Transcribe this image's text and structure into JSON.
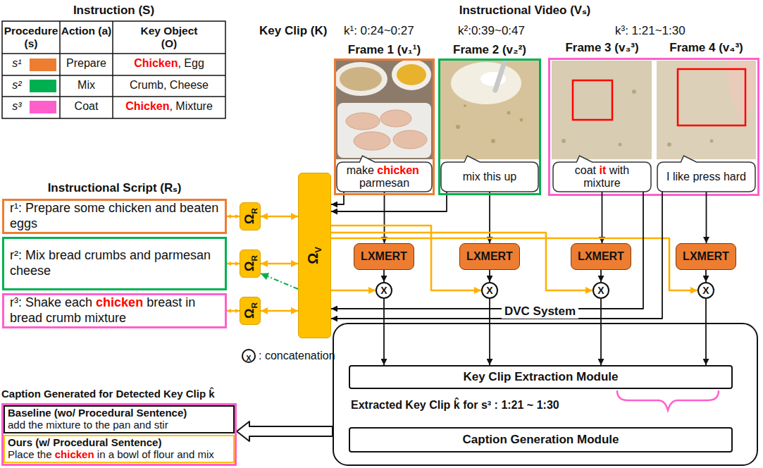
{
  "diagram": {
    "nodes": [
      {
        "text": [
          "Frame 1 (v₁¹)"
        ]
      },
      {
        "text": [
          "make",
          "chicken",
          "parmesan"
        ],
        "in": 0
      },
      {
        "text": [
          "Frame 2 (v₂²)"
        ]
      },
      {
        "text": [
          "mix this up"
        ],
        "in": 2
      },
      {
        "text": [
          "Frame 3 (v₃³)"
        ]
      },
      {
        "text": [
          "coat",
          "it",
          "with mixture"
        ],
        "in": 4
      },
      {
        "text": [
          "Frame 4 (v₄³)"
        ]
      },
      {
        "text": [
          "I like press hard"
        ],
        "in": 6
      },
      {
        "text": [
          "r¹: Prepare some chicken and beaten eggs"
        ]
      },
      {
        "text": [
          "r²: Mix bread crumbs and parmesan cheese"
        ]
      },
      {
        "text": [
          "r³: Shake each",
          "chicken",
          "breast in bread crumb mixture"
        ]
      },
      {
        "text": [
          "Ω",
          "R"
        ]
      },
      {
        "text": [
          "Ω",
          "R"
        ]
      },
      {
        "text": [
          "Ω",
          "R"
        ]
      },
      {
        "text": [
          "Ω",
          "V"
        ]
      },
      {
        "text": [
          "LXMERT"
        ]
      },
      {
        "text": [
          "LXMERT"
        ]
      },
      {
        "text": [
          "LXMERT"
        ]
      },
      {
        "text": [
          "LXMERT"
        ]
      },
      {
        "text": [
          "X"
        ]
      },
      {
        "text": [
          "X"
        ]
      },
      {
        "text": [
          "X"
        ]
      },
      {
        "text": [
          "X"
        ]
      },
      {
        "text": [
          "DVC System"
        ]
      },
      {
        "text": [
          "Key Clip Extraction Module"
        ],
        "in": 23
      },
      {
        "text": [
          "Caption Generation Module"
        ],
        "in": 23
      },
      {
        "text": [
          "Caption Generated for Detected Key Clip k̂"
        ]
      },
      {
        "text": [
          "Baseline (wo/ Procedural Sentence)",
          "add the mixture to the pan and stir"
        ],
        "in": 26
      },
      {
        "text": [
          "Ours (w/ Procedural Sentence)",
          "Place the",
          "chicken",
          "in a bowl of flour and mix"
        ],
        "in": 26
      }
    ],
    "edges": [
      {
        "from": 1,
        "to": 15,
        "arrow": "to"
      },
      {
        "from": 3,
        "to": 16,
        "arrow": "to"
      },
      {
        "from": 5,
        "to": 17,
        "arrow": "to"
      },
      {
        "from": 7,
        "to": 18,
        "arrow": "to"
      },
      {
        "from": 15,
        "to": 19,
        "arrow": "to"
      },
      {
        "from": 16,
        "to": 20,
        "arrow": "to"
      },
      {
        "from": 17,
        "to": 21,
        "arrow": "to"
      },
      {
        "from": 18,
        "to": 22,
        "arrow": "to"
      },
      {
        "from": 19,
        "to": 24,
        "arrow": "to"
      },
      {
        "from": 20,
        "to": 24,
        "arrow": "to"
      },
      {
        "from": 21,
        "to": 24,
        "arrow": "to"
      },
      {
        "from": 22,
        "to": 24,
        "arrow": "to"
      },
      {
        "from": 8,
        "to": 11,
        "arrow": "both"
      },
      {
        "from": 9,
        "to": 12,
        "arrow": "both"
      },
      {
        "from": 10,
        "to": 13,
        "arrow": "both"
      },
      {
        "from": 11,
        "to": 14,
        "arrow": "both"
      },
      {
        "from": 12,
        "to": 14,
        "arrow": "both"
      },
      {
        "from": 13,
        "to": 14,
        "arrow": "both"
      },
      {
        "from": 14,
        "to": 12,
        "arrow": "to"
      },
      {
        "from": 14,
        "to": 19,
        "arrow": "to"
      },
      {
        "from": 14,
        "to": 20,
        "arrow": "to"
      },
      {
        "from": 14,
        "to": 21,
        "arrow": "to"
      },
      {
        "from": 14,
        "to": 22,
        "arrow": "to"
      },
      {
        "from": 1,
        "to": 14,
        "arrow": "to"
      },
      {
        "from": 3,
        "to": 14,
        "arrow": "to"
      },
      {
        "from": 5,
        "to": 14,
        "arrow": "to"
      },
      {
        "from": 7,
        "to": 14,
        "arrow": "to"
      },
      {
        "from": 23,
        "to": 26,
        "arrow": "to"
      }
    ],
    "labels": [
      "Instruction (S)",
      "Procedure (s)",
      "Action (a)",
      "Key Object (O)",
      "s¹",
      "Prepare",
      "Chicken",
      ", Egg",
      "s²",
      "Mix",
      "Crumb, Cheese",
      "s³",
      "Coat",
      "Chicken",
      ", Mixture",
      "Instructional Video (Vₛ)",
      "Key Clip (K)",
      "k¹: 0:24~0:27",
      "k²:0:39~0:47",
      "k³: 1:21~1:30",
      "Instructional Script (Rₛ)",
      "X",
      "Extracted Key Clip k̂ for s³ : 1:21 ~ 1:30"
    ],
    "legend": [
      {
        "text": ": concatenation"
      }
    ]
  }
}
